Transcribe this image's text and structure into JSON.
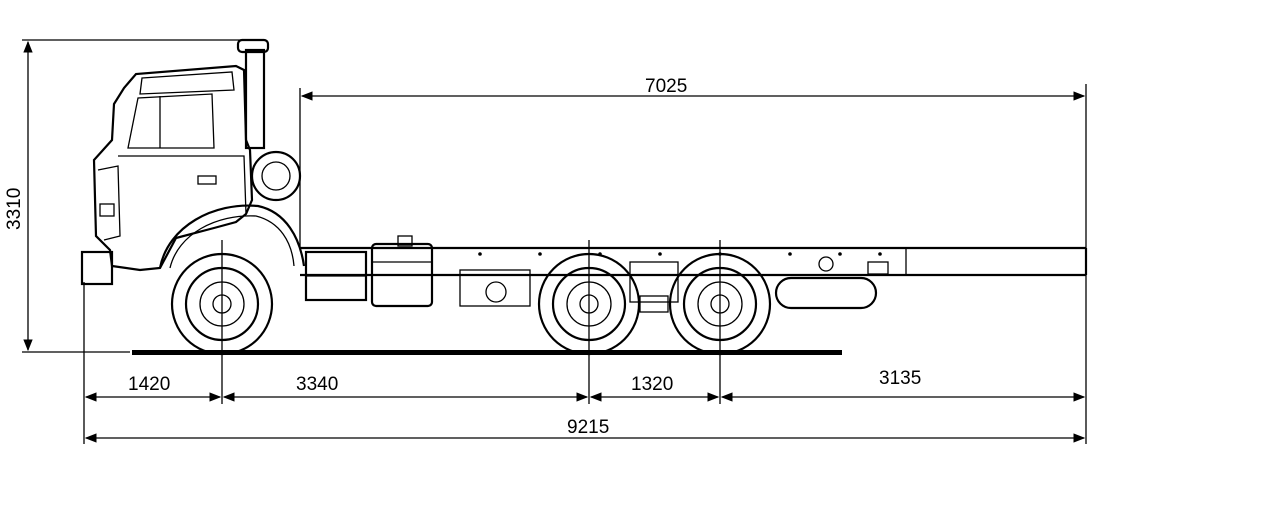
{
  "dimensions": {
    "overall_height": "3310",
    "frame_length": "7025",
    "front_overhang": "1420",
    "wheelbase_front": "3340",
    "tandem_spacing": "1320",
    "rear_overhang": "3135",
    "overall_length": "9215"
  },
  "colors": {
    "line": "#000000",
    "background": "#ffffff"
  }
}
